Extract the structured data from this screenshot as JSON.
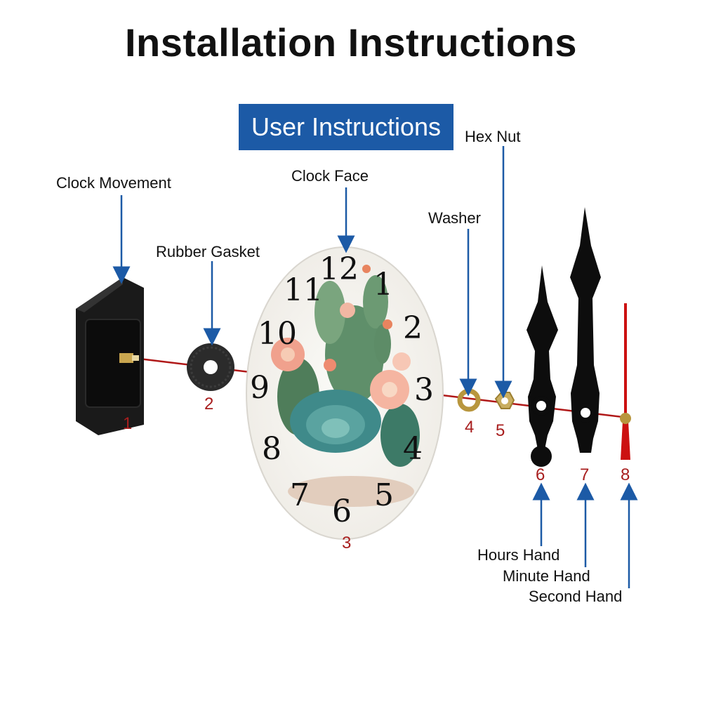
{
  "title": "Installation Instructions",
  "banner": "User Instructions",
  "colors": {
    "arrow": "#1c5aa6",
    "shaft": "#b01818",
    "number": "#a81e1e",
    "banner_bg": "#1c5aa6",
    "second_hand": "#cc1111",
    "brass": "#b8963e"
  },
  "labels": {
    "clock_movement": "Clock Movement",
    "rubber_gasket": "Rubber Gasket",
    "clock_face": "Clock Face",
    "washer": "Washer",
    "hex_nut": "Hex Nut",
    "hours_hand": "Hours Hand",
    "minute_hand": "Minute Hand",
    "second_hand": "Second Hand"
  },
  "part_numbers": [
    "1",
    "2",
    "3",
    "4",
    "5",
    "6",
    "7",
    "8"
  ],
  "dial_numbers": [
    "12",
    "1",
    "2",
    "3",
    "4",
    "5",
    "6",
    "7",
    "8",
    "9",
    "10",
    "11"
  ]
}
